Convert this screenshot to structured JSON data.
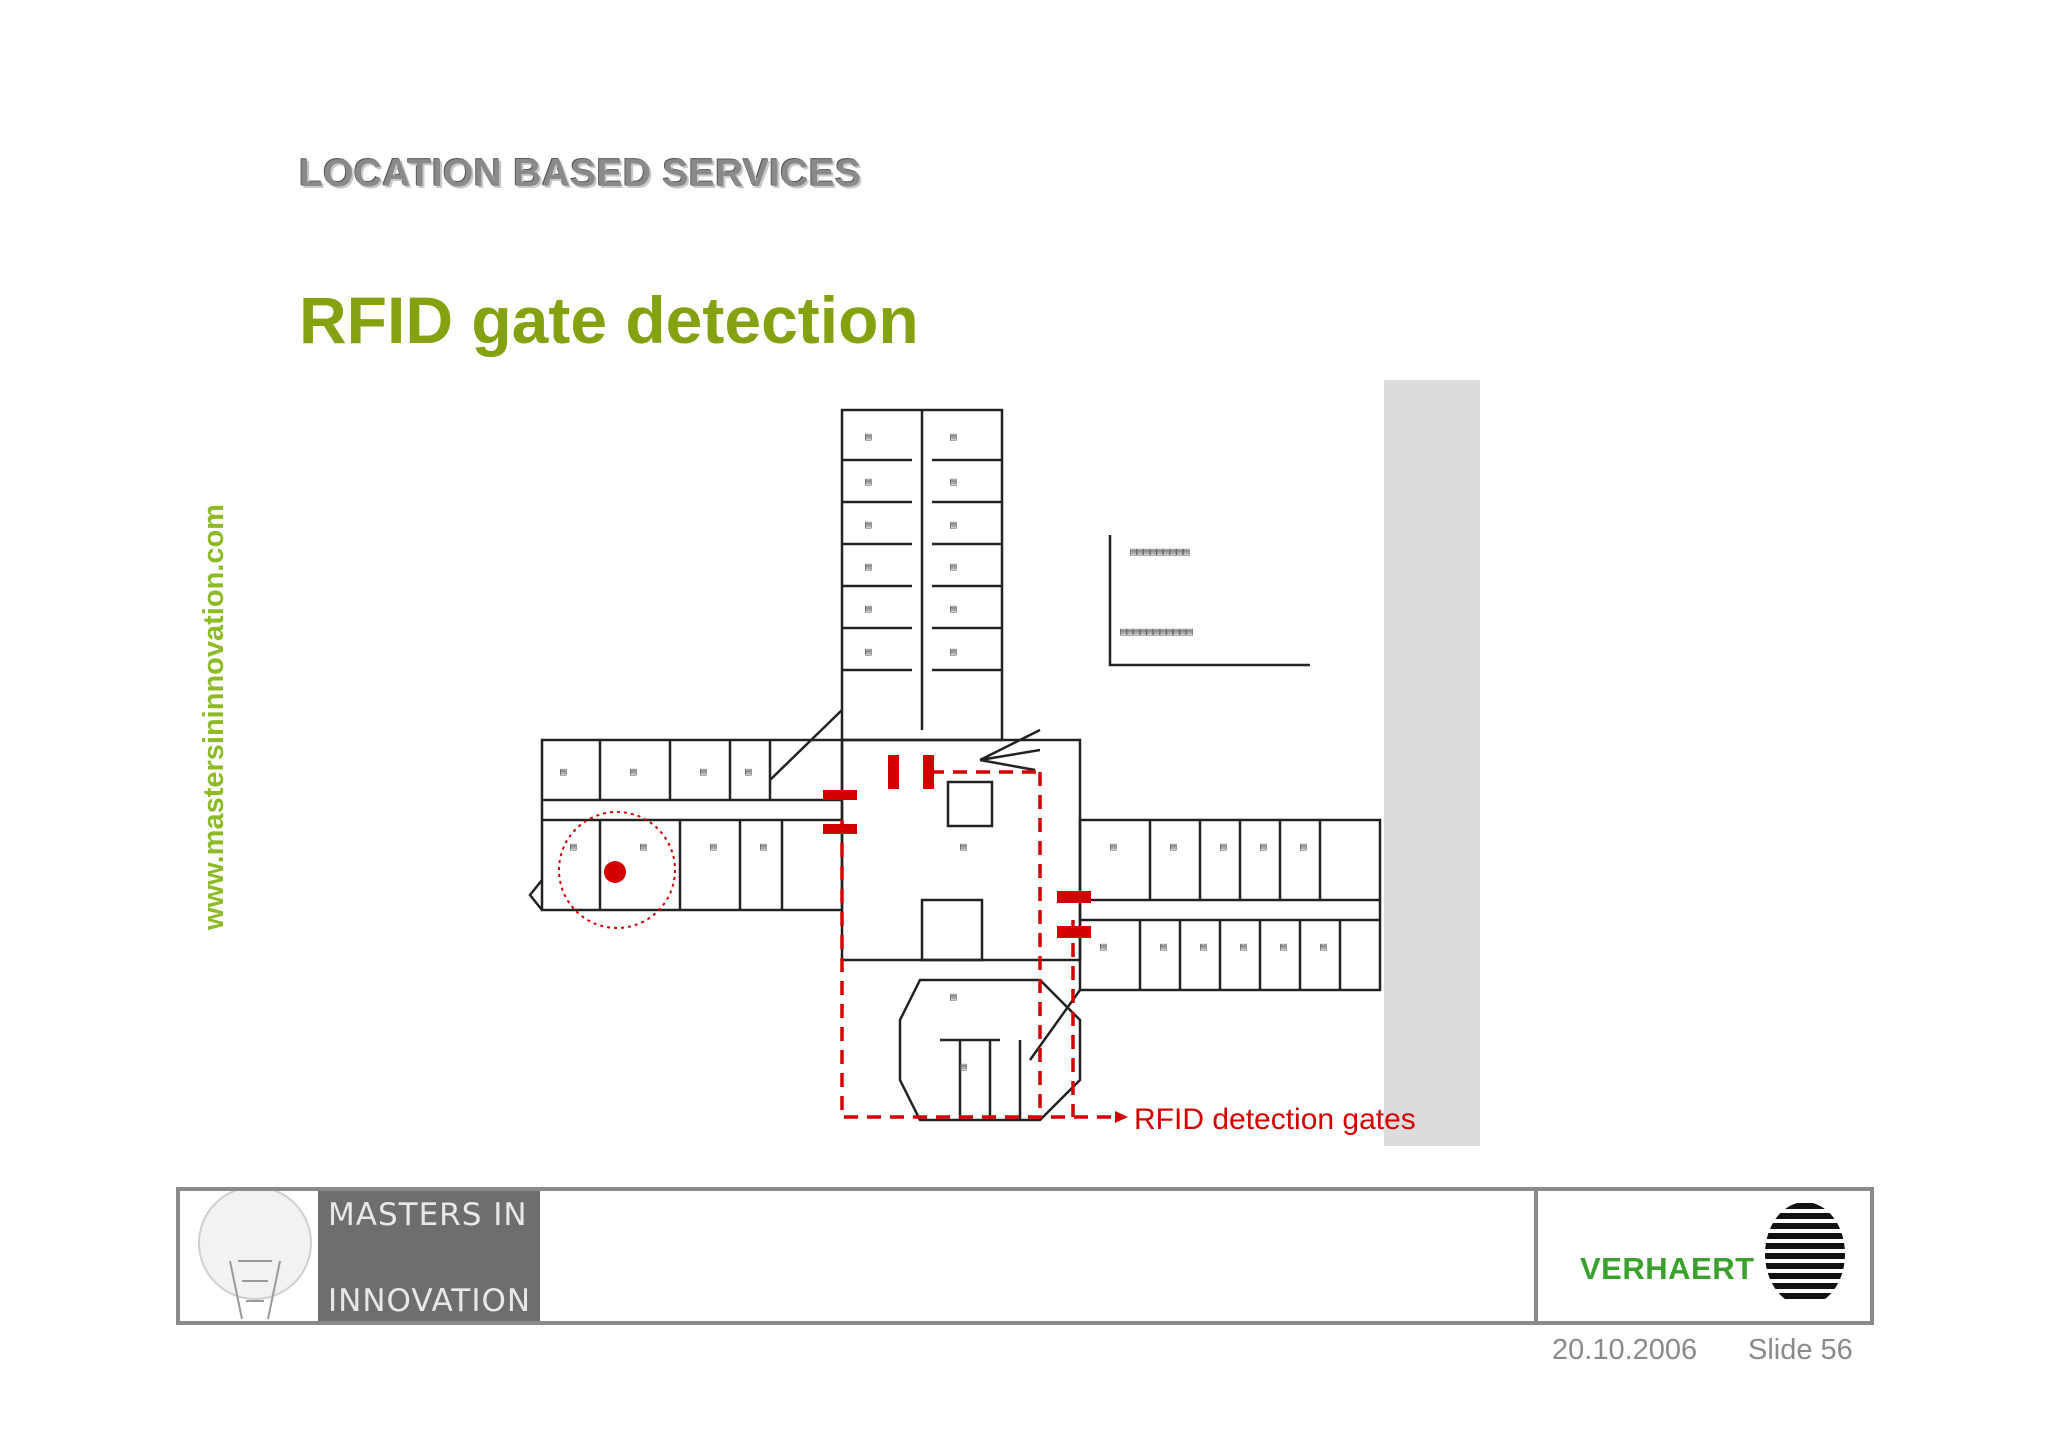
{
  "header": {
    "section": "LOCATION BASED SERVICES",
    "title": "RFID gate detection"
  },
  "sidebar": {
    "url": "www.mastersininnovation.com"
  },
  "figure": {
    "annotation": "RFID detection gates"
  },
  "footer": {
    "program_line1": "MASTERS IN",
    "program_line2": "INNOVATION",
    "brand": "VERHAERT",
    "date": "20.10.2006",
    "slide": "Slide 56"
  },
  "colors": {
    "title_green": "#84a10f",
    "url_green": "#8dbb27",
    "gate_red": "#d40000",
    "brand_green": "#3aa12e"
  }
}
